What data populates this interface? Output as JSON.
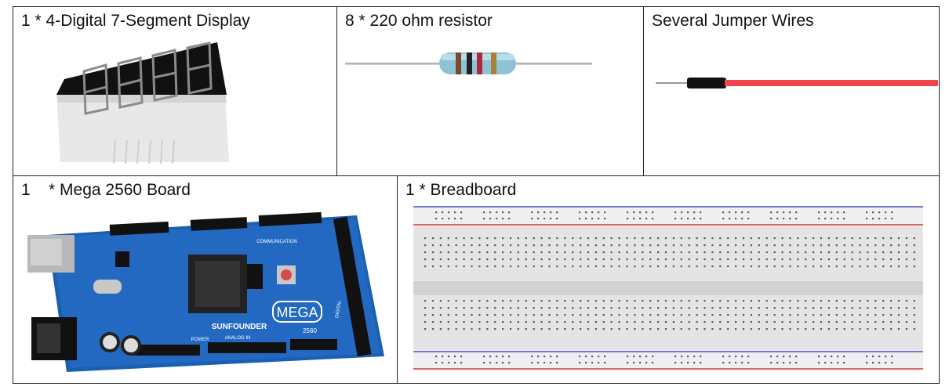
{
  "components": [
    {
      "label": "1 * 4-Digital 7-Segment Display"
    },
    {
      "label": "8 * 220 ohm resistor"
    },
    {
      "label": "Several Jumper Wires"
    },
    {
      "label": "1    * Mega 2560 Board",
      "board_text": {
        "brand": "SUNFOUNDER",
        "model": "MEGA",
        "number": "2560",
        "communication": "COMMUNICATION",
        "power": "POWER",
        "analog": "ANALOG IN",
        "digital": "DIGITAL"
      }
    },
    {
      "label": "1 * Breadboard"
    }
  ]
}
